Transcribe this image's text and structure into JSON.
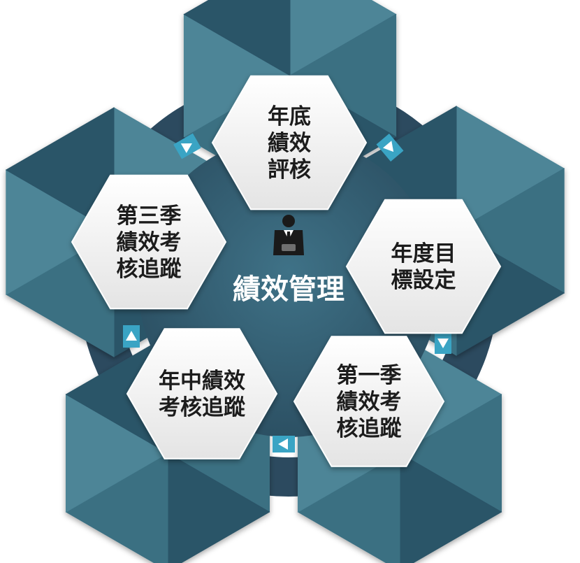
{
  "center": {
    "title": "績效管理",
    "icon": "manager-icon"
  },
  "steps": [
    {
      "id": "year-end-review",
      "lines": [
        "年底",
        "績效",
        "評核"
      ]
    },
    {
      "id": "annual-goal-setting",
      "lines": [
        "年度目",
        "標設定"
      ]
    },
    {
      "id": "q1-tracking",
      "lines": [
        "第一季",
        "績效考",
        "核追蹤"
      ]
    },
    {
      "id": "mid-year-tracking",
      "lines": [
        "年中績效",
        "考核追蹤"
      ]
    },
    {
      "id": "q3-tracking",
      "lines": [
        "第三季",
        "績效考",
        "核追蹤"
      ]
    }
  ],
  "colors": {
    "petal_light": "#4d8597",
    "petal_mid": "#3b6f82",
    "petal_dark": "#2b5467",
    "band": "#2c4a5f",
    "arrow": "#3aa4c4",
    "hub": "#345f73",
    "node_fill": "#f2f2f2"
  }
}
